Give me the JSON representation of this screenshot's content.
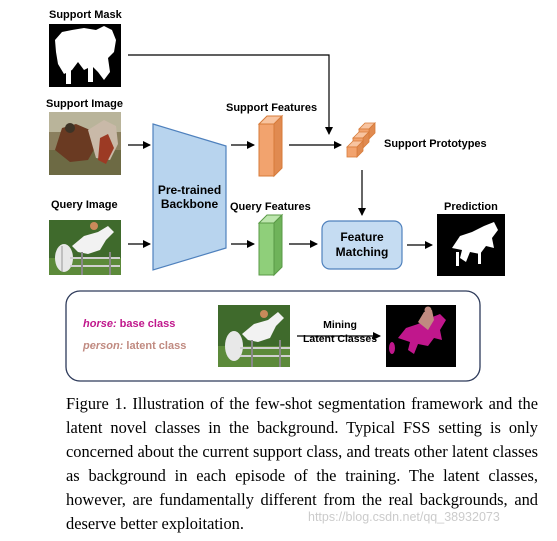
{
  "figure": {
    "support_mask_label": "Support Mask",
    "support_image_label": "Support Image",
    "query_image_label": "Query Image",
    "backbone_label_line1": "Pre-trained",
    "backbone_label_line2": "Backbone",
    "support_features_label": "Support Features",
    "query_features_label": "Query Features",
    "support_prototypes_label": "Support Prototypes",
    "feature_matching_line1": "Feature",
    "feature_matching_line2": "Matching",
    "prediction_label": "Prediction",
    "legend": {
      "horse_word": "horse:",
      "horse_rest": " base class",
      "person_word": "person:",
      "person_rest": " latent class",
      "mining_line1": "Mining",
      "mining_line2": "Latent Classes"
    },
    "colors": {
      "backbone_fill": "#b8d4ee",
      "support_feature": "#f2a36e",
      "query_feature": "#8fcf7a",
      "matching_fill": "#c5dcf2",
      "horse_class": "#c0178c",
      "person_class": "#c08a80"
    }
  },
  "caption": "Figure 1. Illustration of the few-shot segmentation framework and the latent novel classes in the background. Typical FSS setting is only concerned about the current support class, and treats other latent classes as background in each episode of the training. The latent classes, however, are fundamentally different from the real backgrounds, and deserve better exploitation.",
  "watermark": "https://blog.csdn.net/qq_38932073"
}
